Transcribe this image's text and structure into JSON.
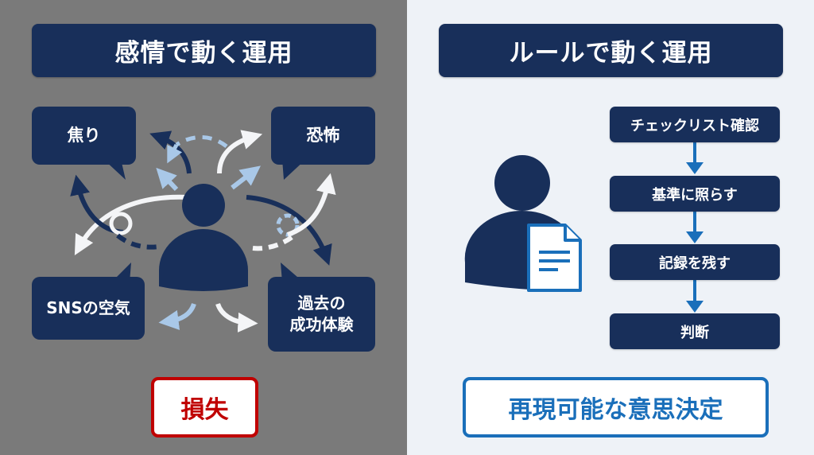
{
  "colors": {
    "left_bg": "#7a7a7a",
    "right_bg": "#eef2f7",
    "navy": "#182f5a",
    "light_blue": "#a9c8e8",
    "white_arrow": "#f4f5f7",
    "accent_blue": "#1a6fba",
    "loss_red": "#c00000"
  },
  "left": {
    "title": "感情で動く運用",
    "bubbles": [
      {
        "label": "焦り"
      },
      {
        "label": "恐怖"
      },
      {
        "label": "SNSの空気"
      },
      {
        "label_line1": "過去の",
        "label_line2": "成功体験"
      }
    ],
    "icons": {
      "person": "person-icon",
      "arrows": "chaotic-arrows-icon"
    },
    "result": "損失"
  },
  "right": {
    "title": "ルールで動く運用",
    "icons": {
      "person": "person-icon",
      "document": "document-icon",
      "flow_arrow": "arrow-down-icon"
    },
    "steps": [
      {
        "label": "チェックリスト確認"
      },
      {
        "label": "基準に照らす"
      },
      {
        "label": "記録を残す"
      },
      {
        "label": "判断"
      }
    ],
    "result": "再現可能な意思決定"
  }
}
